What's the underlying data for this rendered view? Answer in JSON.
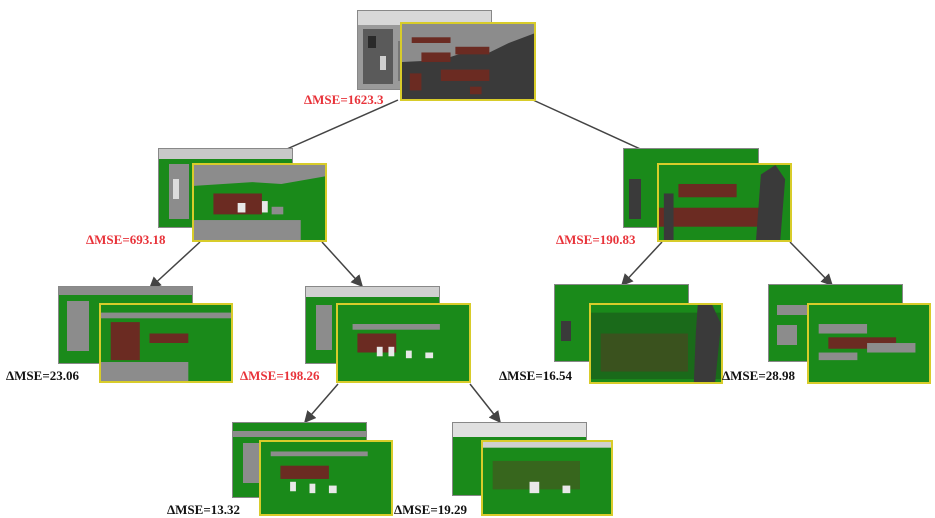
{
  "colors": {
    "split_label": "#e8333a",
    "leaf_label": "#111111",
    "segment_green": "#1a8a1a",
    "segment_gray": "#8c8c8c",
    "segment_dark": "#3a3a3a",
    "segment_brown": "#6b2b22",
    "frame_yellow": "#d8cc2a",
    "edge": "#444444"
  },
  "tree": {
    "root": {
      "label": "ΔMSE=1623.3",
      "kind": "split"
    },
    "l1_left": {
      "label": "ΔMSE=693.18",
      "kind": "split"
    },
    "l1_right": {
      "label": "ΔMSE=190.83",
      "kind": "split"
    },
    "l2_a": {
      "label": "ΔMSE=23.06",
      "kind": "leaf"
    },
    "l2_b": {
      "label": "ΔMSE=198.26",
      "kind": "split"
    },
    "l2_c": {
      "label": "ΔMSE=16.54",
      "kind": "leaf"
    },
    "l2_d": {
      "label": "ΔMSE=28.98",
      "kind": "leaf"
    },
    "l3_a": {
      "label": "ΔMSE=13.32",
      "kind": "leaf"
    },
    "l3_b": {
      "label": "ΔMSE=19.29",
      "kind": "leaf"
    }
  }
}
